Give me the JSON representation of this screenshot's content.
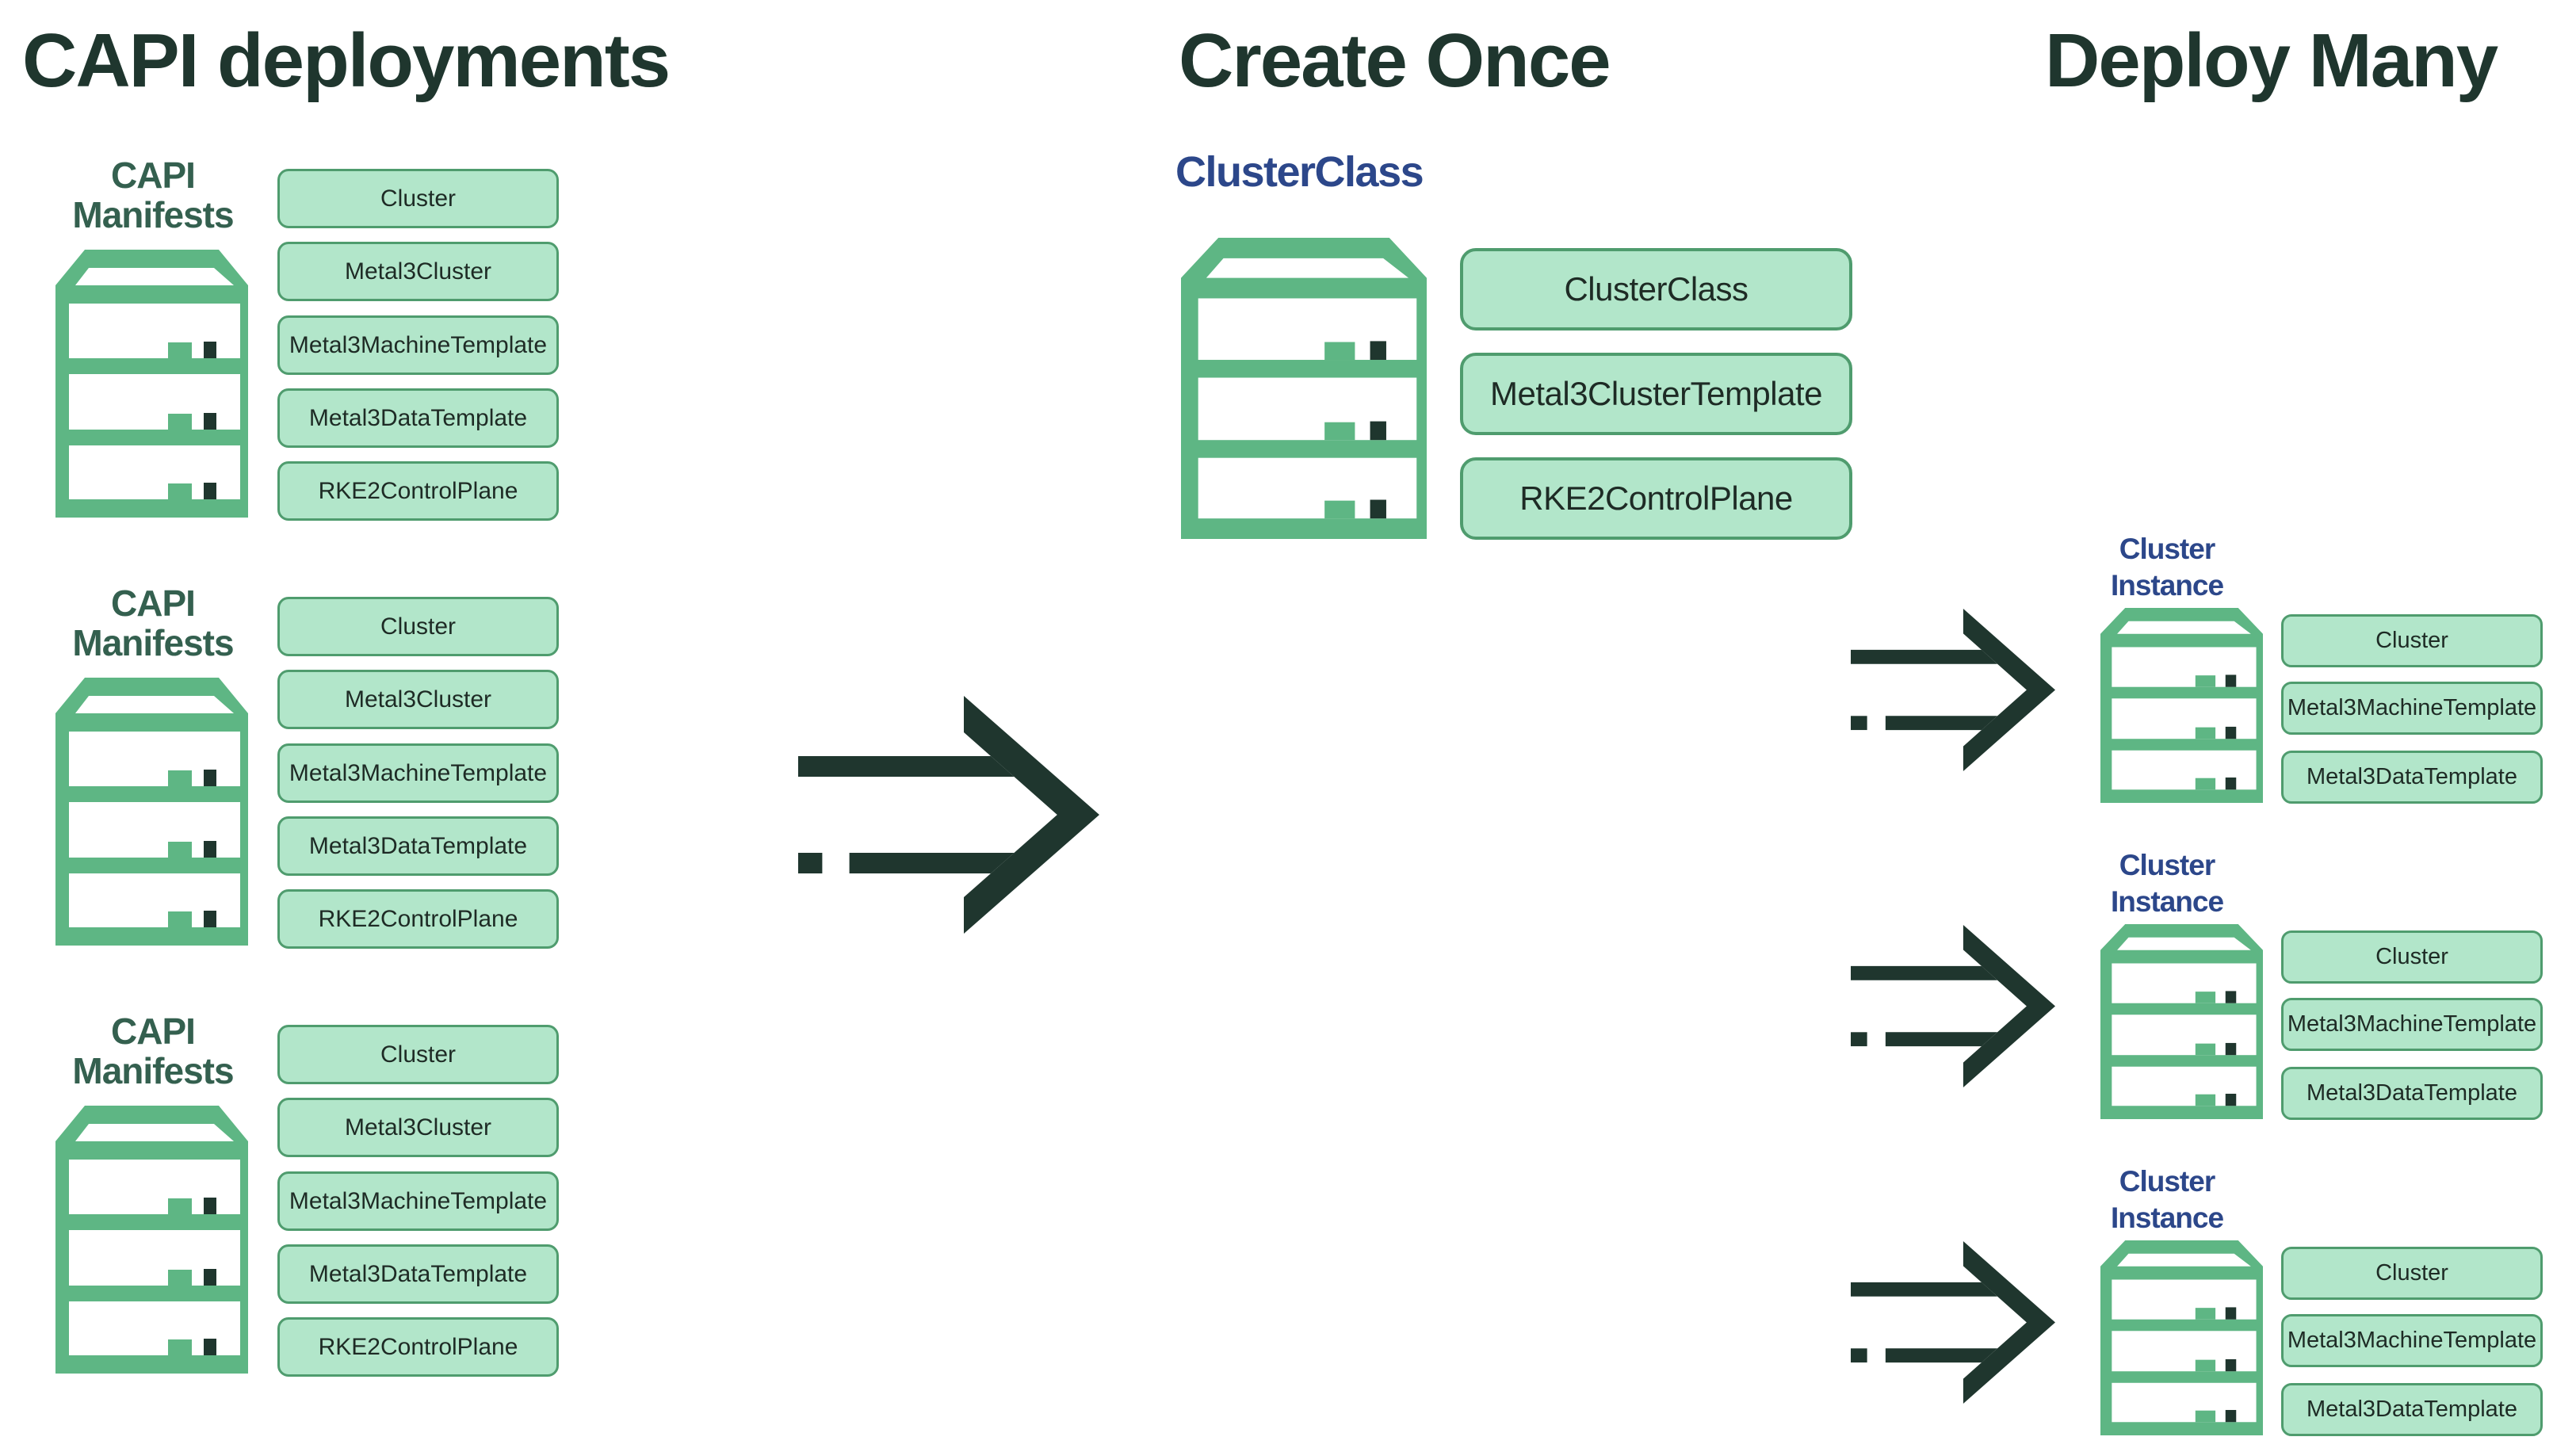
{
  "titles": {
    "left": "CAPI deployments",
    "middle": "Create Once",
    "right": "Deploy Many"
  },
  "left_groups": [
    {
      "label_line1": "CAPI",
      "label_line2": "Manifests",
      "pills": [
        "Cluster",
        "Metal3Cluster",
        "Metal3MachineTemplate",
        "Metal3DataTemplate",
        "RKE2ControlPlane"
      ]
    },
    {
      "label_line1": "CAPI",
      "label_line2": "Manifests",
      "pills": [
        "Cluster",
        "Metal3Cluster",
        "Metal3MachineTemplate",
        "Metal3DataTemplate",
        "RKE2ControlPlane"
      ]
    },
    {
      "label_line1": "CAPI",
      "label_line2": "Manifests",
      "pills": [
        "Cluster",
        "Metal3Cluster",
        "Metal3MachineTemplate",
        "Metal3DataTemplate",
        "RKE2ControlPlane"
      ]
    }
  ],
  "middle": {
    "heading": "ClusterClass",
    "pills": [
      "ClusterClass",
      "Metal3ClusterTemplate",
      "RKE2ControlPlane"
    ]
  },
  "right_groups": [
    {
      "label_line1": "Cluster",
      "label_line2": "Instance",
      "pills": [
        "Cluster",
        "Metal3MachineTemplate",
        "Metal3DataTemplate"
      ]
    },
    {
      "label_line1": "Cluster",
      "label_line2": "Instance",
      "pills": [
        "Cluster",
        "Metal3MachineTemplate",
        "Metal3DataTemplate"
      ]
    },
    {
      "label_line1": "Cluster",
      "label_line2": "Instance",
      "pills": [
        "Cluster",
        "Metal3MachineTemplate",
        "Metal3DataTemplate"
      ]
    }
  ],
  "colors": {
    "accent_green": "#5EB684",
    "pill_fill": "#B2E6CA",
    "pill_border": "#4F9C6E",
    "dark_green": "#1F362E",
    "navy": "#2C478A",
    "label_green": "#34604F",
    "pill_text": "#1E2B25",
    "background": "#FFFFFF"
  }
}
